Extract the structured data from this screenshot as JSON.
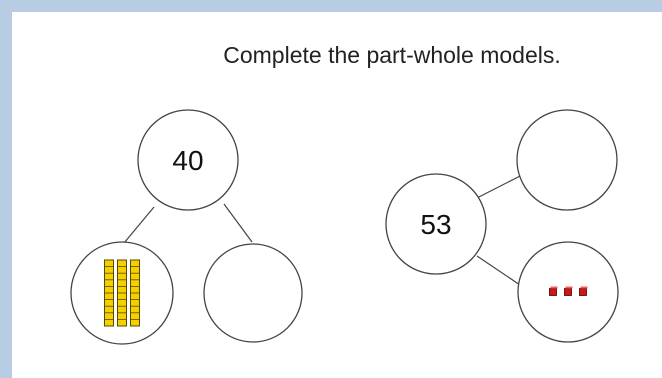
{
  "instruction": "Complete the part-whole models.",
  "models": [
    {
      "whole": "40",
      "parts": [
        {
          "representation": "base-ten-blocks",
          "tens": 3,
          "ones": 0
        },
        {
          "value": ""
        }
      ]
    },
    {
      "whole": "53",
      "parts": [
        {
          "value": ""
        },
        {
          "representation": "base-ten-blocks",
          "tens": 0,
          "ones": 3
        }
      ]
    }
  ],
  "colors": {
    "frame": "#b8cce4",
    "ten_rod": "#f5d000",
    "ten_rod_outline": "#5a4a00",
    "one_cube": "#d01515",
    "one_cube_outline": "#4a0000",
    "circle_stroke": "#444444"
  }
}
